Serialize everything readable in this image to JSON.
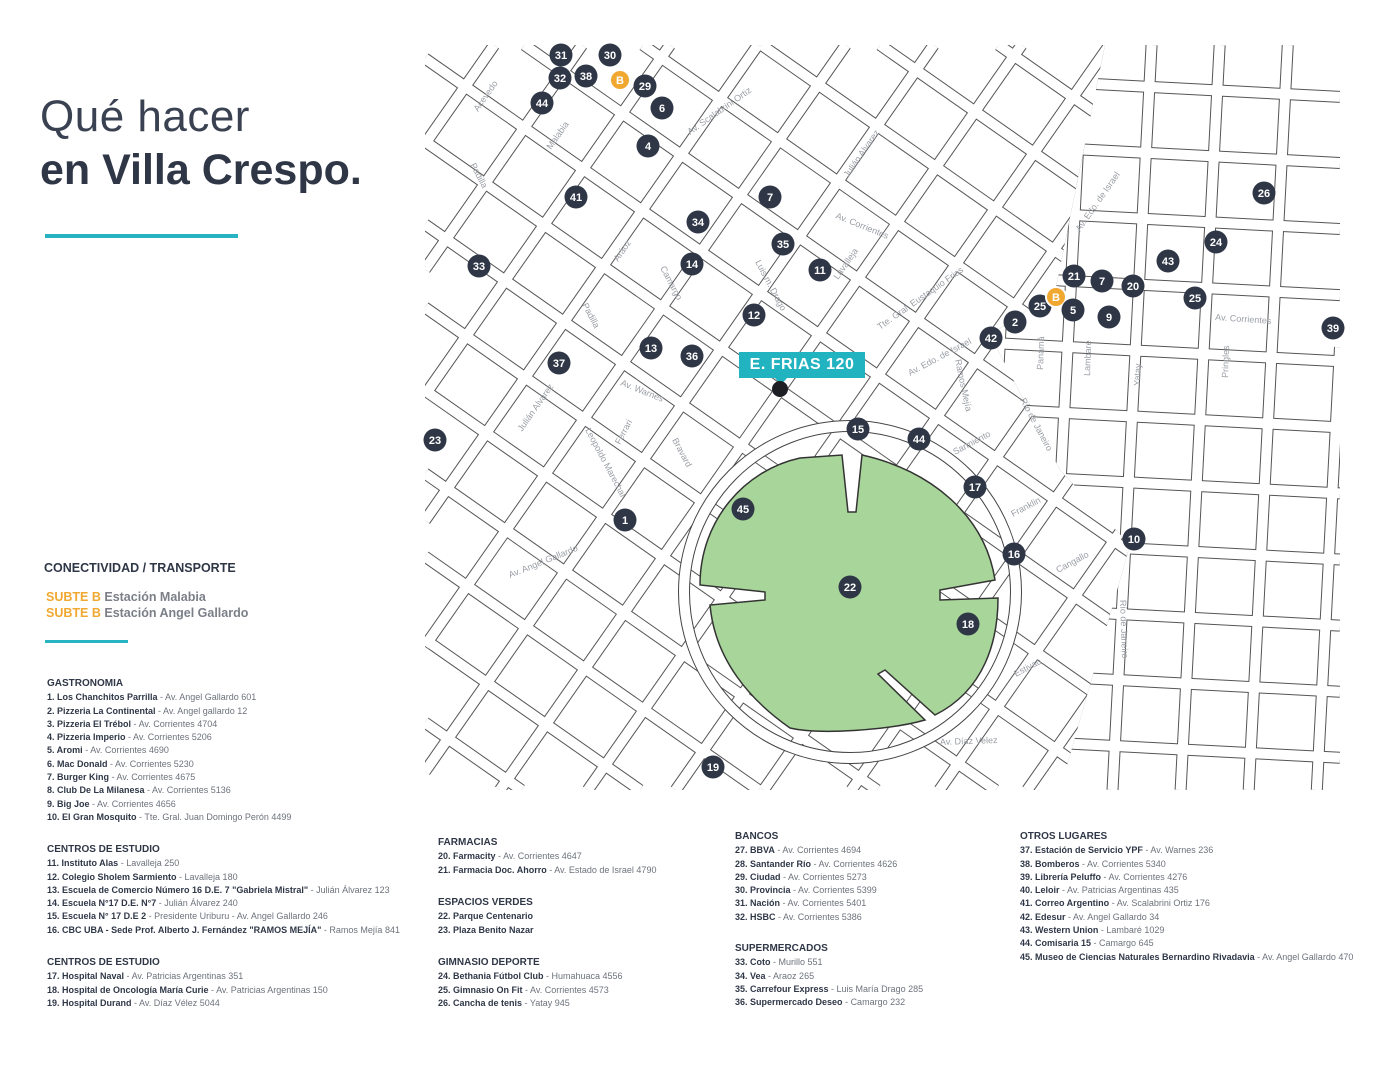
{
  "header": {
    "title_line1": "Qué hacer",
    "title_line2": "en Villa Crespo."
  },
  "colors": {
    "accent": "#26b4c2",
    "subte": "#f0a830",
    "marker": "#2f3747",
    "park": "#a8d59a"
  },
  "transport": {
    "heading": "CONECTIVIDAD / TRANSPORTE",
    "lines": [
      {
        "line": "SUBTE B",
        "station": "Estación Malabia"
      },
      {
        "line": "SUBTE B",
        "station": "Estación Angel Gallardo"
      }
    ]
  },
  "address_callout": "E. FRIAS 120",
  "markers": [
    "31",
    "30",
    "32",
    "38",
    "B",
    "29",
    "6",
    "44",
    "4",
    "41",
    "7",
    "34",
    "35",
    "14",
    "11",
    "33",
    "12",
    "13",
    "36",
    "37",
    "23",
    "15",
    "44",
    "45",
    "1",
    "17",
    "16",
    "22",
    "18",
    "19",
    "10",
    "42",
    "2",
    "25",
    "B",
    "5",
    "9",
    "21",
    "7",
    "20",
    "43",
    "24",
    "26",
    "25",
    "39"
  ],
  "street_labels": [
    "Av. Scalabrini Ortiz",
    "Av. Corrientes",
    "Av. Corrientes",
    "Av. Warnes",
    "Av. Angel Gallardo",
    "Av. Díaz Velez",
    "Av. Edo. de Israel",
    "Av. Edo. de Israel",
    "Acevedo",
    "Malabia",
    "Padilla",
    "Padilla",
    "Julián Alvarez",
    "Julián Alvarez",
    "Aráoz",
    "Camargo",
    "Luis m. Drago",
    "Lavalleja",
    "Tte. Gral. Eustaquio Frias",
    "Leopoldo Marechal",
    "Ferrari",
    "Bravard",
    "Ramos Mejía",
    "Sarmiento",
    "Franklin",
    "Cangallo",
    "Estivao",
    "Río de Janeiro",
    "Río de Janeiro",
    "Panamá",
    "Lambaré",
    "Yatay",
    "Pringles"
  ],
  "sections": [
    {
      "heading": "GASTRONOMIA",
      "items": [
        {
          "name": "1. Los Chanchitos Parrilla",
          "addr": "Av. Angel Gallardo 601"
        },
        {
          "name": "2. Pizzeria La Continental",
          "addr": "Av. Angel gallardo 12"
        },
        {
          "name": "3. Pizzeria El Trébol",
          "addr": "Av. Corrientes 4704"
        },
        {
          "name": "4. Pizzeria Imperio",
          "addr": "Av. Corrientes 5206"
        },
        {
          "name": "5. Aromi",
          "addr": "Av. Corrientes 4690"
        },
        {
          "name": "6. Mac Donald",
          "addr": "Av. Corrientes 5230"
        },
        {
          "name": "7. Burger King",
          "addr": "Av. Corrientes 4675"
        },
        {
          "name": "8. Club De La Milanesa",
          "addr": "Av. Corrientes 5136"
        },
        {
          "name": "9. Big Joe",
          "addr": "Av. Corrientes 4656"
        },
        {
          "name": "10. El Gran Mosquito",
          "addr": "Tte. Gral. Juan Domingo Perón 4499"
        }
      ]
    },
    {
      "heading": "CENTROS DE ESTUDIO",
      "items": [
        {
          "name": "11. Instituto Alas",
          "addr": "Lavalleja 250"
        },
        {
          "name": "12. Colegio Sholem Sarmiento",
          "addr": "Lavalleja 180"
        },
        {
          "name": "13. Escuela de Comercio Número 16 D.E. 7 \"Gabriela Mistral\"",
          "addr": "Julián Álvarez 123"
        },
        {
          "name": "14. Escuela N°17 D.E. N°7",
          "addr": "Julián Álvarez 240"
        },
        {
          "name": "15. Escuela N° 17 D.E 2",
          "addr": "Presidente Uriburu - Av. Angel Gallardo 246"
        },
        {
          "name": "16. CBC UBA - Sede Prof. Alberto J. Fernández \"RAMOS MEJÍA\"",
          "addr": "Ramos Mejía 841"
        }
      ]
    },
    {
      "heading": "CENTROS DE ESTUDIO",
      "items": [
        {
          "name": "17. Hospital Naval",
          "addr": "Av. Patricias Argentinas 351"
        },
        {
          "name": "18. Hospital de Oncología María Curie",
          "addr": "Av. Patricias Argentinas 150"
        },
        {
          "name": "19. Hospital Durand",
          "addr": "Av. Díaz Vélez 5044"
        }
      ]
    },
    {
      "heading": "FARMACIAS",
      "items": [
        {
          "name": "20. Farmacity",
          "addr": "Av. Corrientes 4647"
        },
        {
          "name": "21. Farmacia Doc. Ahorro",
          "addr": "Av. Estado de Israel 4790"
        }
      ]
    },
    {
      "heading": "ESPACIOS VERDES",
      "items": [
        {
          "name": "22. Parque Centenario",
          "addr": ""
        },
        {
          "name": "23. Plaza Benito Nazar",
          "addr": ""
        }
      ]
    },
    {
      "heading": "GIMNASIO DEPORTE",
      "items": [
        {
          "name": "24. Bethania Fútbol Club",
          "addr": "Humahuaca 4556"
        },
        {
          "name": "25. Gimnasio On Fit",
          "addr": "Av. Corrientes 4573"
        },
        {
          "name": "26. Cancha de tenis",
          "addr": "Yatay 945"
        }
      ]
    },
    {
      "heading": "BANCOS",
      "items": [
        {
          "name": "27. BBVA",
          "addr": "Av. Corrientes 4694"
        },
        {
          "name": "28. Santander Río",
          "addr": "Av. Corrientes 4626"
        },
        {
          "name": "29. Ciudad",
          "addr": "Av. Corrientes 5273"
        },
        {
          "name": "30. Provincia",
          "addr": "Av. Corrientes 5399"
        },
        {
          "name": "31. Nación",
          "addr": "Av. Corrientes 5401"
        },
        {
          "name": "32. HSBC",
          "addr": "Av. Corrientes 5386"
        }
      ]
    },
    {
      "heading": "SUPERMERCADOS",
      "items": [
        {
          "name": "33. Coto",
          "addr": "Murillo 551"
        },
        {
          "name": "34. Vea",
          "addr": "Araoz 265"
        },
        {
          "name": "35. Carrefour Express",
          "addr": "Luis María Drago 285"
        },
        {
          "name": "36. Supermercado Deseo",
          "addr": "Camargo 232"
        }
      ]
    },
    {
      "heading": "OTROS LUGARES",
      "items": [
        {
          "name": "37. Estación de Servicio YPF",
          "addr": "Av. Warnes 236"
        },
        {
          "name": "38. Bomberos",
          "addr": "Av. Corrientes 5340"
        },
        {
          "name": "39. Librería Peluffo",
          "addr": "Av. Corrientes 4276"
        },
        {
          "name": "40. Leloir",
          "addr": "Av. Patricias Argentinas 435"
        },
        {
          "name": "41. Correo Argentino",
          "addr": "Av. Scalabrini Ortiz 176"
        },
        {
          "name": "42. Edesur",
          "addr": "Av. Angel Gallardo 34"
        },
        {
          "name": "43. Western Union",
          "addr": "Lambaré 1029"
        },
        {
          "name": "44. Comisaria 15",
          "addr": "Camargo 645"
        },
        {
          "name": "45. Museo de Ciencias Naturales Bernardino Rivadavia",
          "addr": "Av. Angel Gallardo 470"
        }
      ]
    }
  ]
}
